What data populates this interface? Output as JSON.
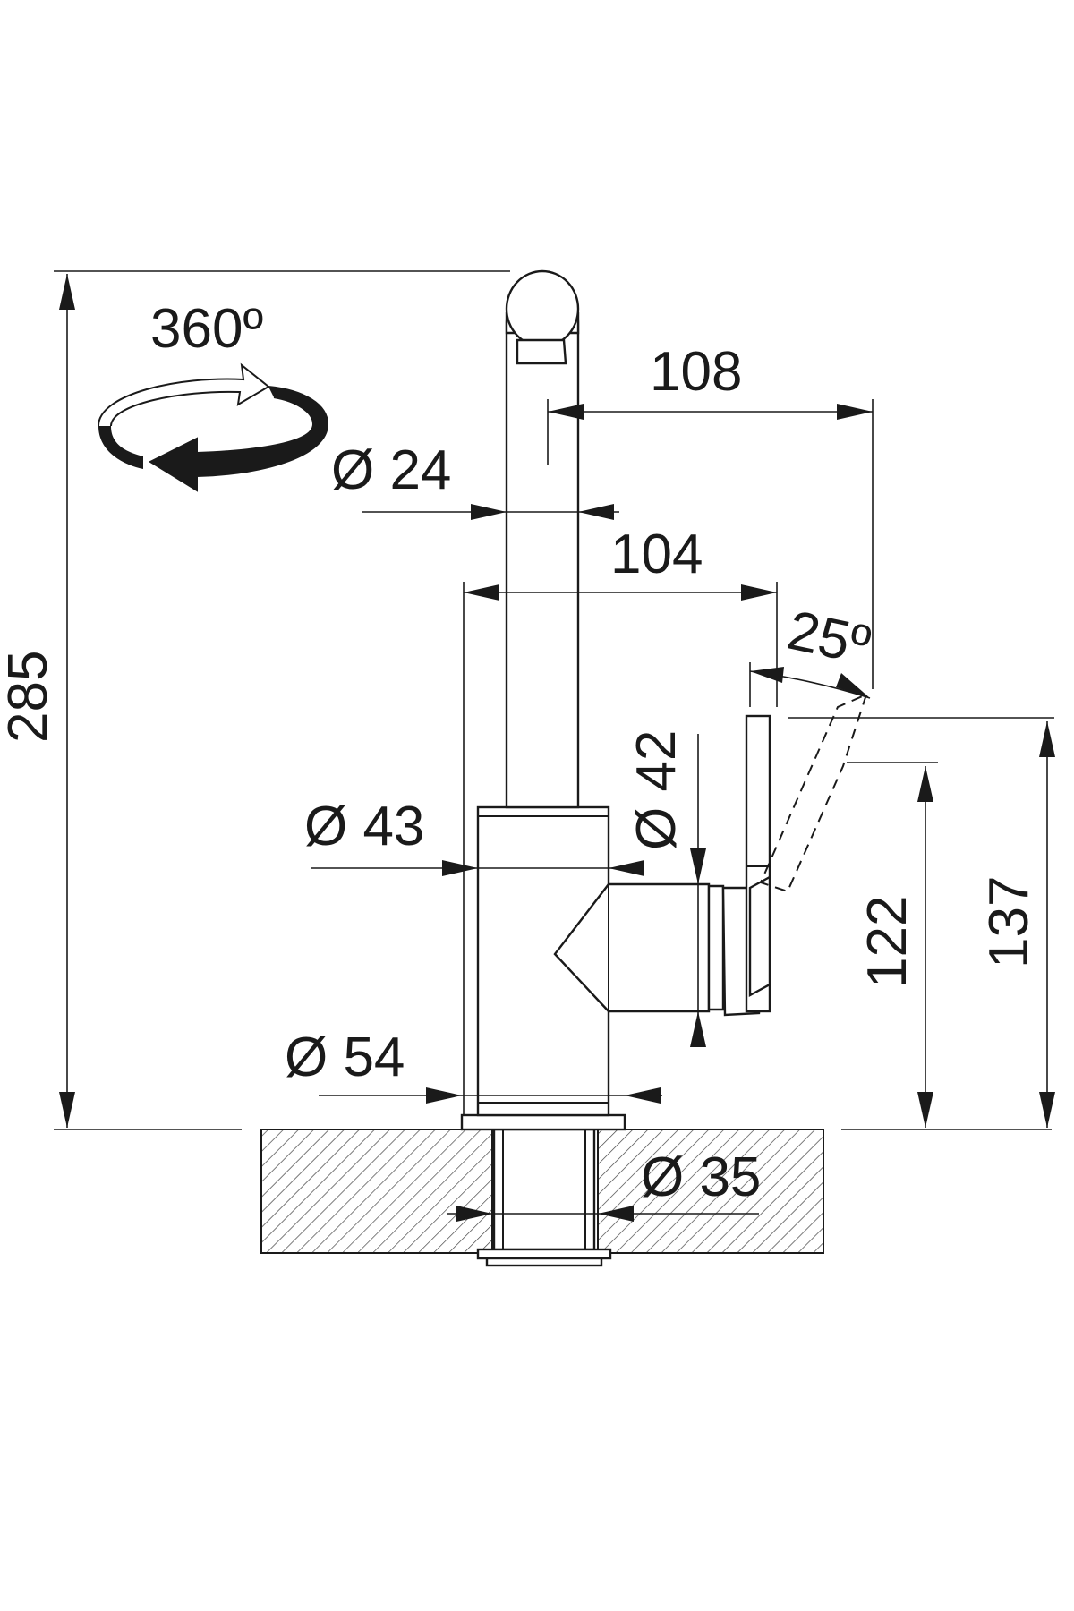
{
  "dimensions": {
    "rotation": "360º",
    "spout_diameter": "Ø 24",
    "spout_reach": "108",
    "body_reach": "104",
    "lever_angle": "25º",
    "lever_diameter": "Ø 42",
    "body_diameter": "Ø 43",
    "base_diameter": "Ø 54",
    "mount_hole_diameter": "Ø 35",
    "total_height": "285",
    "lever_height_low": "122",
    "lever_height_high": "137"
  },
  "colors": {
    "line": "#1a1a1a",
    "background": "#ffffff"
  }
}
